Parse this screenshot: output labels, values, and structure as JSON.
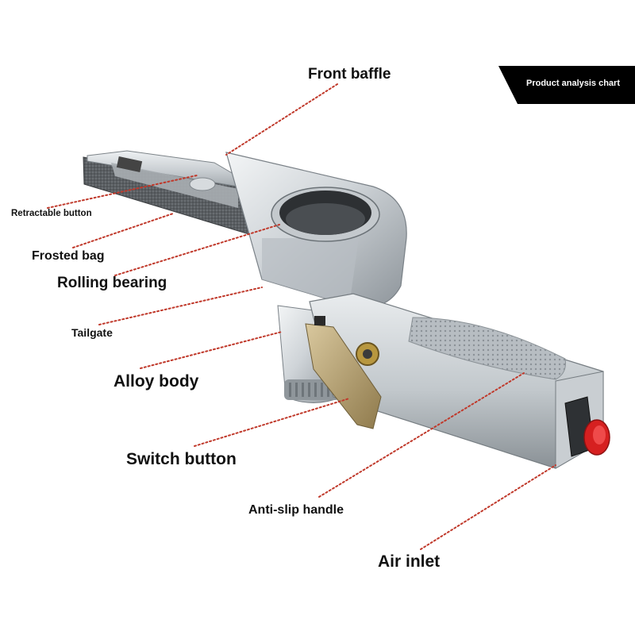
{
  "banner": {
    "text": "Product analysis chart"
  },
  "labels": {
    "front_baffle": "Front baffle",
    "retractable_button": "Retractable button",
    "frosted_bag": "Frosted bag",
    "rolling_bearing": "Rolling bearing",
    "tailgate": "Tailgate",
    "alloy_body": "Alloy body",
    "switch_button": "Switch button",
    "anti_slip_handle": "Anti-slip handle",
    "air_inlet": "Air inlet"
  },
  "colors": {
    "leader_line": "#c0392b",
    "inlet_cap": "#d62020",
    "metal_light": "#dfe3e6",
    "metal_dark": "#8e959b",
    "brass_lever": "#b19b6d",
    "abrasive_belt": "#55595d"
  }
}
